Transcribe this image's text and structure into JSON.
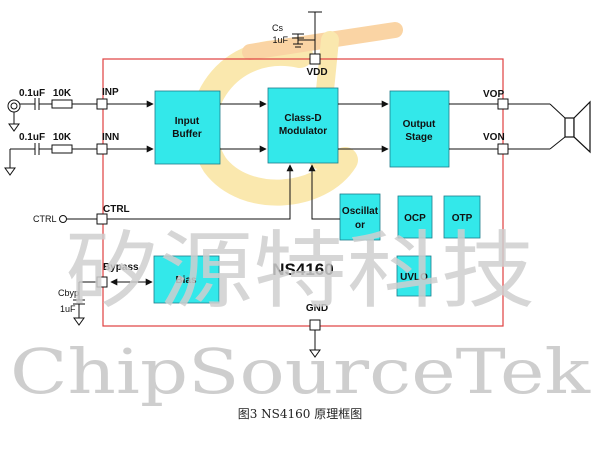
{
  "chip_name": "NS4160",
  "supply": {
    "cap_name": "Cs",
    "cap_value": "1uF",
    "pin": "VDD"
  },
  "inputs": [
    {
      "cap": "0.1uF",
      "res": "10K",
      "pin": "INP"
    },
    {
      "cap": "0.1uF",
      "res": "10K",
      "pin": "INN"
    }
  ],
  "ctrl": {
    "external": "CTRL",
    "pin": "CTRL"
  },
  "bypass": {
    "pin": "Bypass",
    "cap_name": "Cbyp",
    "cap_value": "1uF"
  },
  "ground_pin": "GND",
  "outputs": [
    "VOP",
    "VON"
  ],
  "blocks": {
    "input_buffer": [
      "Input",
      "Buffer"
    ],
    "modulator": [
      "Class-D",
      "Modulator"
    ],
    "output_stage": [
      "Output",
      "Stage"
    ],
    "oscillator": [
      "Oscillat",
      "or"
    ],
    "ocp": "OCP",
    "otp": "OTP",
    "uvlo": "UVLO",
    "bias": "Bias"
  },
  "watermark": {
    "chinese": "矽源特科技",
    "english": "ChipSourceTek"
  },
  "caption": "图3  NS4160 原理框图",
  "colors": {
    "block_fill": "#33e8ea",
    "border": "#e04040",
    "logo_yellow": "#f6d66c",
    "logo_orange": "#f7b25a"
  }
}
